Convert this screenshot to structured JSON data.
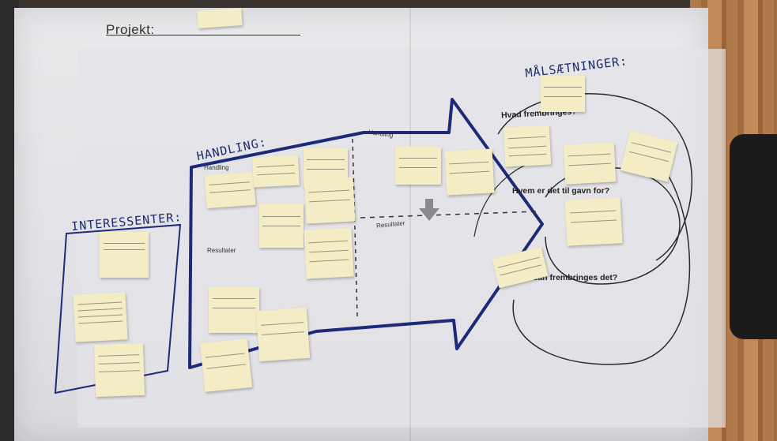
{
  "board": {
    "project_label": "Projekt:",
    "titles": {
      "interessenter": "INTERESSENTER:",
      "handling": "HANDLING:",
      "malsaetninger": "MÅLSÆTNINGER:"
    },
    "small_labels": {
      "handling": "Handling",
      "handling_top": "Handling",
      "resultater_left": "Resultater",
      "resultater_mid": "Resultater"
    },
    "questions": {
      "q1": "Hvad frembringes?",
      "q2": "Hvem er det til gavn for?",
      "q3": "Hvordan frembringes det?"
    }
  },
  "colors": {
    "marker_blue": "#1c2a78",
    "sticky_note": "#f3ecc4",
    "paper": "#e6e6ea"
  }
}
